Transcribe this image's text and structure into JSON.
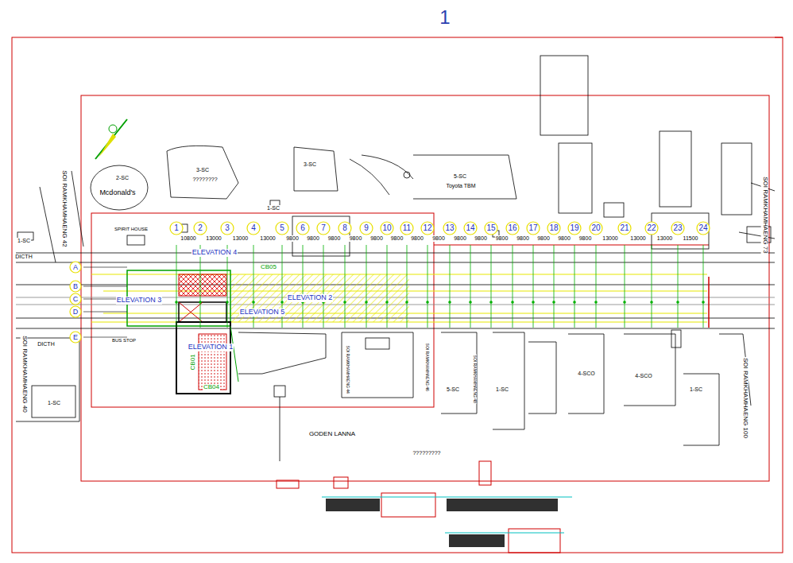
{
  "diagram": {
    "title": "1",
    "nodes": [
      {
        "text": [
          "1"
        ]
      },
      {
        "text": [
          "2"
        ]
      },
      {
        "text": [
          "3"
        ]
      },
      {
        "text": [
          "4"
        ]
      },
      {
        "text": [
          "5"
        ]
      },
      {
        "text": [
          "6"
        ]
      },
      {
        "text": [
          "7"
        ]
      },
      {
        "text": [
          "8"
        ]
      },
      {
        "text": [
          "9"
        ]
      },
      {
        "text": [
          "10"
        ]
      },
      {
        "text": [
          "11"
        ]
      },
      {
        "text": [
          "12"
        ]
      },
      {
        "text": [
          "13"
        ]
      },
      {
        "text": [
          "14"
        ]
      },
      {
        "text": [
          "15"
        ]
      },
      {
        "text": [
          "16"
        ]
      },
      {
        "text": [
          "17"
        ]
      },
      {
        "text": [
          "18"
        ]
      },
      {
        "text": [
          "19"
        ]
      },
      {
        "text": [
          "20"
        ]
      },
      {
        "text": [
          "21"
        ]
      },
      {
        "text": [
          "22"
        ]
      },
      {
        "text": [
          "23"
        ]
      },
      {
        "text": [
          "24"
        ]
      },
      {
        "text": [
          "A"
        ]
      },
      {
        "text": [
          "B"
        ]
      },
      {
        "text": [
          "C"
        ]
      },
      {
        "text": [
          "D"
        ]
      },
      {
        "text": [
          "E"
        ]
      }
    ],
    "labels": [
      "10800",
      "13000",
      "13000",
      "13000",
      "9800",
      "9800",
      "9800",
      "9800",
      "9800",
      "9800",
      "9800",
      "9800",
      "9800",
      "9800",
      "9800",
      "9800",
      "9800",
      "9800",
      "9800",
      "13000",
      "13000",
      "13000",
      "11500",
      "ELEVATION 4",
      "ELEVATION 3",
      "ELEVATION 2",
      "ELEVATION 5",
      "ELEVATION 1",
      "CB05",
      "CB04",
      "CB01",
      "Mcdonald's",
      "2-SC",
      "3-SC",
      "????????",
      "3-SC",
      "1-SC",
      "5-SC",
      "Toyota TBM",
      "SPIRIT HOUSE",
      "BUS STOP",
      "DICTH",
      "DICTH",
      "1-SC",
      "1-SC",
      "GODEN LANNA",
      "?????????",
      "5-SC",
      "1-SC",
      "4-SCO",
      "4-SCO",
      "1-SC",
      "SOI RAMKHAMHAENG 42",
      "SOI RAMKHAMHAENG 40",
      "SOI RAMKHAMHAENG 100",
      "SOI RAMKHAMHAENG 73",
      "SOI RAMKHAMHAENG 44",
      "SOI RAMKHAMHAENG 46",
      "SOI RAMKHAMHAENG 48"
    ]
  }
}
